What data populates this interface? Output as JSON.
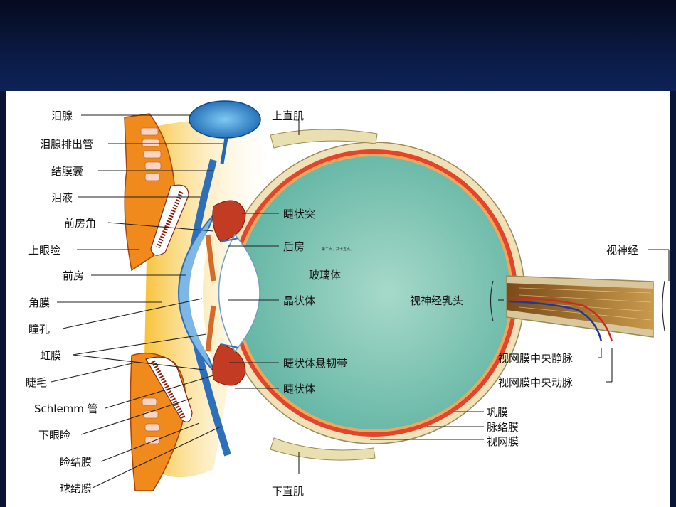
{
  "labels_left": [
    "泪腺",
    "泪腺排出管",
    "结膜囊",
    "泪液",
    "前房角",
    "上眼睑",
    "前房",
    "角膜",
    "瞳孔",
    "虹膜",
    "睫毛",
    "Schlemm 管",
    "下眼睑",
    "睑结膜",
    "球结膜"
  ],
  "labels_top": {
    "superior_rectus": "上直肌"
  },
  "labels_bottom": {
    "inferior_rectus": "下直肌"
  },
  "labels_center": [
    "睫状突",
    "后房",
    "玻璃体",
    "晶状体",
    "睫状体悬韧带",
    "睫状体"
  ],
  "labels_right": {
    "optic_nerve": "视神经",
    "optic_disc": "视神经乳头",
    "central_vein": "视网膜中央静脉",
    "central_artery": "视网膜中央动脉",
    "sclera": "巩膜",
    "choroid": "脉络膜",
    "retina": "视网膜"
  },
  "slide_footnote": "第二页，共十五页。",
  "watermark": "昵图网 nipic.com/"
}
